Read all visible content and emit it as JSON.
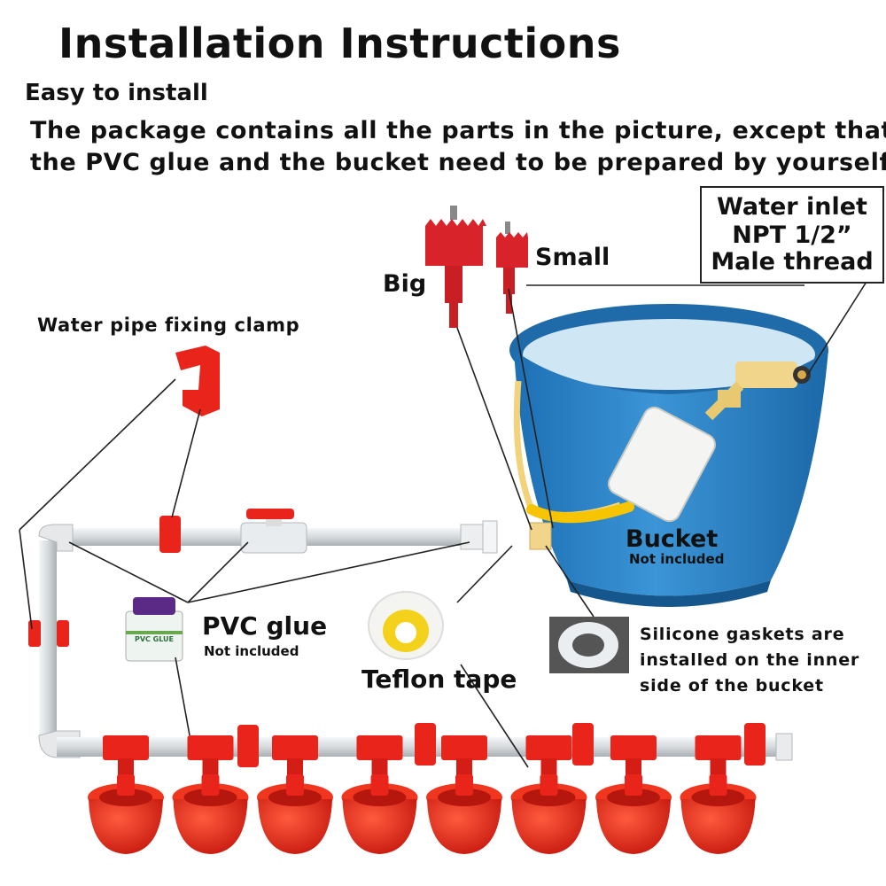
{
  "header": {
    "title": "Installation Instructions",
    "subtitle": "Easy to install",
    "description_line1": "The package contains all the parts in the picture, except that",
    "description_line2": "the PVC glue and the bucket need to be prepared by yourself"
  },
  "labels": {
    "water_inlet": [
      "Water inlet",
      "NPT 1/2”",
      "Male thread"
    ],
    "small": "Small",
    "big": "Big",
    "clamp": "Water pipe fixing clamp",
    "bucket": "Bucket",
    "bucket_note": "Not included",
    "pvc_glue": "PVC glue",
    "pvc_glue_note": "Not included",
    "pvc_glue_can_text": "PVC GLUE",
    "teflon_tape": "Teflon tape",
    "gasket_note": [
      "Silicone gaskets are",
      "installed on the inner",
      "side of the bucket"
    ]
  },
  "colors": {
    "red": "#e8241b",
    "bucket_blue": "#2f86c8",
    "pipe_grey": "#d9dde0",
    "tape_yellow": "#f4d21c",
    "float_white": "#f4f4f2",
    "valve_brass": "#f0d58a"
  },
  "parts": {
    "drinker_cup_count": 8
  }
}
